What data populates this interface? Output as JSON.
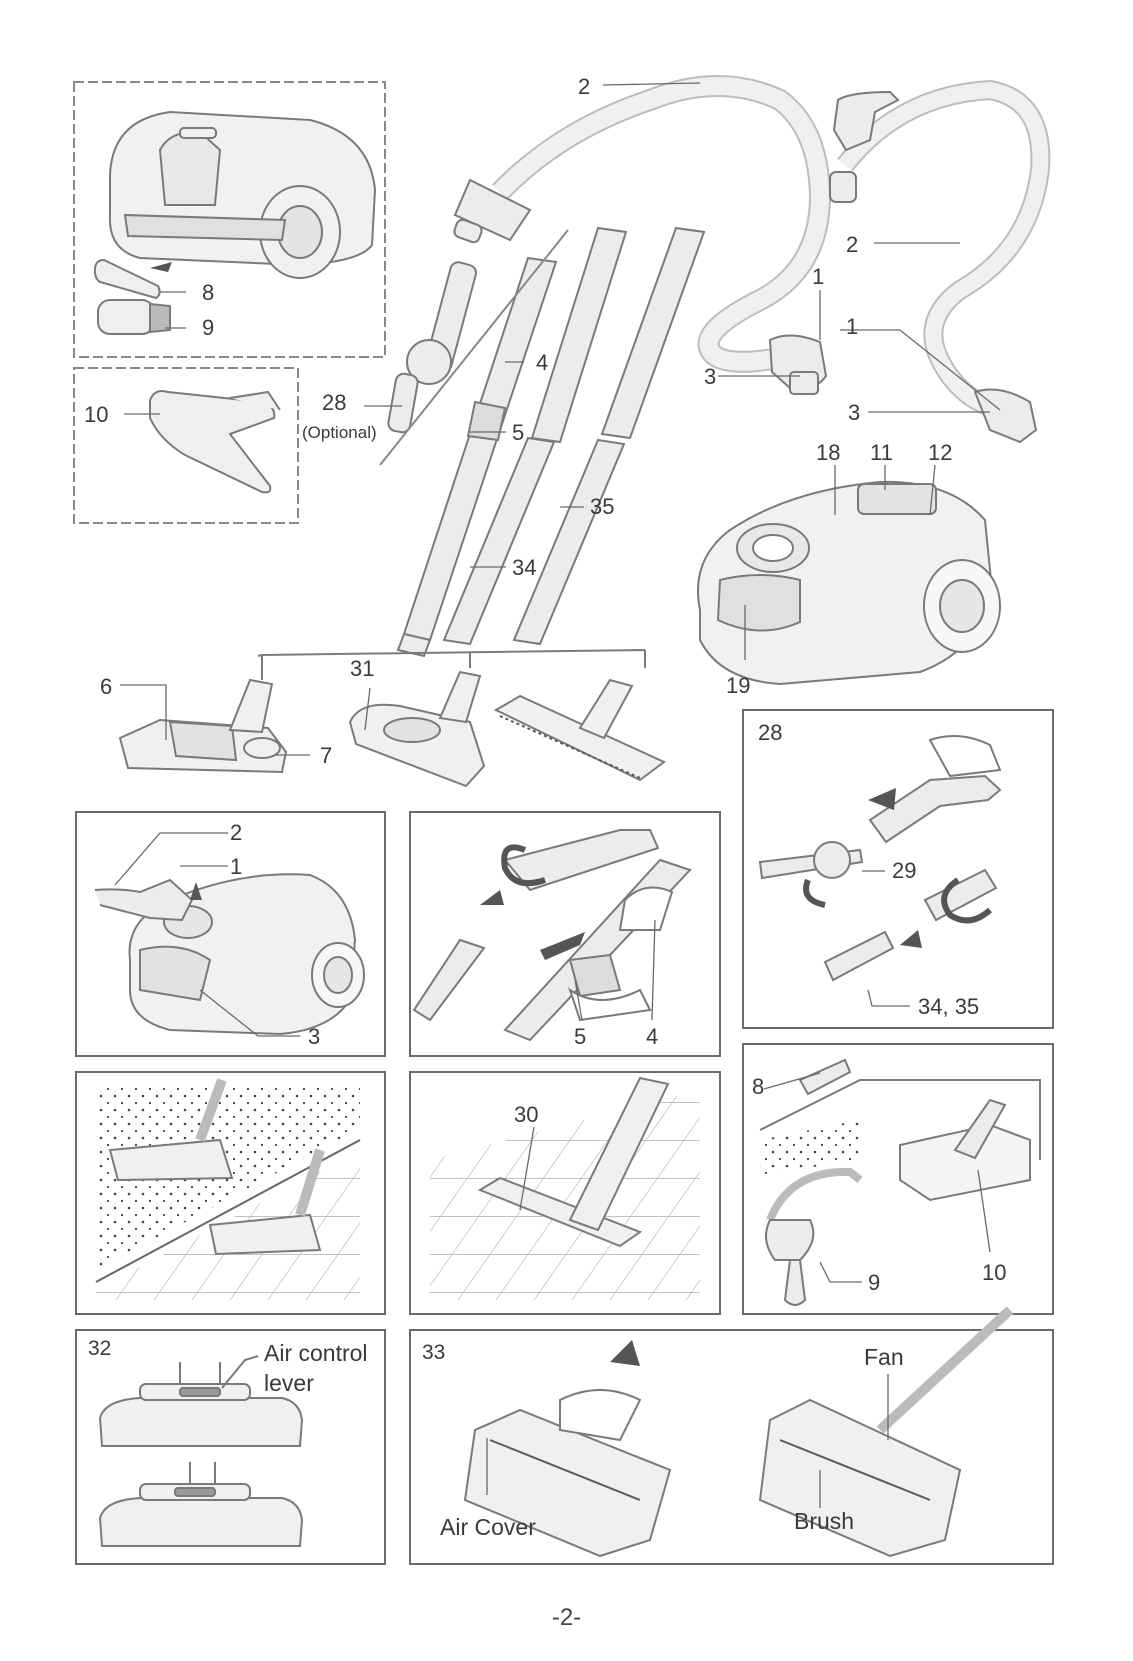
{
  "page_number": "-2-",
  "top_parts_figure": {
    "callouts": {
      "hose_top": "2",
      "hose_right": "2",
      "grip_right_a": "1",
      "grip_right_b": "1",
      "ring_a": "3",
      "ring_b": "3",
      "pipe_telescopic": "4",
      "slider": "5",
      "handle_28": "28",
      "optional_note": "(Optional)",
      "pipe_34": "34",
      "pipe_35": "35",
      "crevice": "8",
      "brush": "9",
      "upholstery": "10",
      "cleaner_18": "18",
      "cleaner_11": "11",
      "cleaner_12": "12",
      "cleaner_19": "19",
      "nozzle_6": "6",
      "nozzle_7": "7",
      "nozzle_31": "31"
    }
  },
  "panels": {
    "hose_connect": {
      "label_2": "2",
      "label_1": "1",
      "label_3": "3"
    },
    "pipe_connect": {
      "label_5": "5",
      "label_4": "4"
    },
    "panel_28": {
      "title": "28",
      "label_29": "29",
      "label_34_35": "34, 35"
    },
    "floor_carpet": {},
    "panel_30": {
      "label_30": "30"
    },
    "accessories": {
      "label_8": "8",
      "label_9": "9",
      "label_10": "10"
    },
    "panel_32": {
      "title": "32",
      "air_control_line1": "Air control",
      "air_control_line2": "lever"
    },
    "panel_33": {
      "title": "33",
      "fan": "Fan",
      "brush": "Brush",
      "air_cover": "Air Cover"
    }
  },
  "colors": {
    "line": "#7a7a7a",
    "fill": "#ececec",
    "dark": "#5a5a5a",
    "dash": "#888888"
  }
}
